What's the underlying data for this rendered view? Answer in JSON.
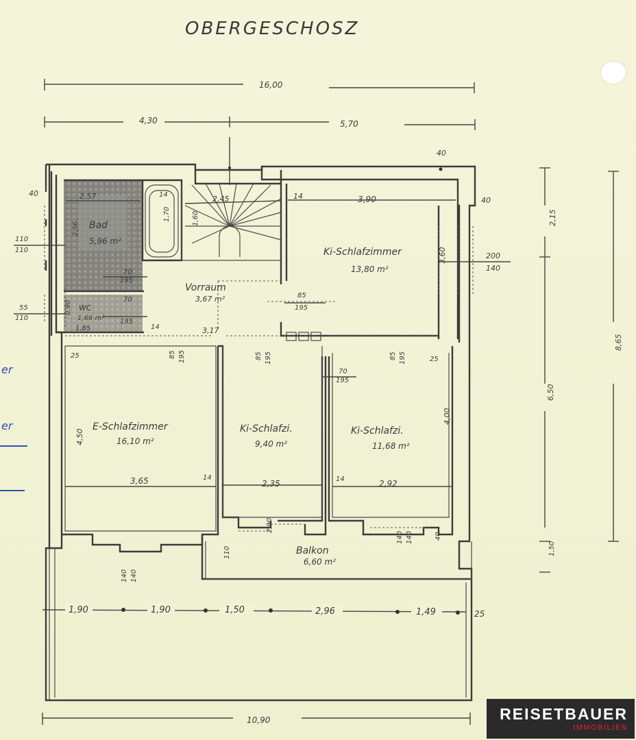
{
  "title": "OBERGESCHOSZ",
  "rooms": {
    "bad": {
      "name": "Bad",
      "area": "5,96 m²"
    },
    "wc": {
      "name": "WC",
      "area": "1,66 m²"
    },
    "vorraum": {
      "name": "Vorraum",
      "area": "3,67 m²"
    },
    "ki_schlafzimmer": {
      "name": "Ki-Schlafzimmer",
      "area": "13,80 m²"
    },
    "e_schlafzimmer": {
      "name": "E-Schlafzimmer",
      "area": "16,10 m²"
    },
    "ki_schlafzi_1": {
      "name": "Ki-Schlafzi.",
      "area": "9,40 m²"
    },
    "ki_schlafzi_2": {
      "name": "Ki-Schlafzi.",
      "area": "11,68 m²"
    },
    "balkon": {
      "name": "Balkon",
      "area": "6,60 m²"
    }
  },
  "dims": {
    "top_total": "16,00",
    "top_left": "4,30",
    "top_right": "5,70",
    "bottom_total": "10,90",
    "bottom_segments": [
      "1,90",
      "1,90",
      "1,50",
      "2,96",
      "1,49",
      "25"
    ],
    "right_total": "8,65",
    "right_upper": "2,15",
    "right_mid": "6,50",
    "right_low": "1,50",
    "bad_w": "2,57",
    "bad_h": "2,56",
    "wc_w": "1,85",
    "wc_h": "0,90",
    "stair_w": "2,45",
    "stair_h": "1,60",
    "tub_14": "14",
    "tub_h": "1,70",
    "ki_w": "3,90",
    "ki_h": "3,60",
    "vorraum_w": "3,17",
    "e_w": "3,65",
    "e_h": "4,50",
    "k1_w": "2,35",
    "k2_w": "2,92",
    "k2_h": "4,00",
    "w40": "40",
    "w14": "14",
    "w25": "25",
    "w110": "110",
    "w55": "55",
    "w70": "70",
    "w195": "195",
    "w85": "85",
    "w200": "200",
    "w140": "140",
    "w290": "2,90"
  },
  "logo": {
    "name": "REISETBAUER",
    "sub": "IMMOBILIEN"
  },
  "margin_marks": [
    "er",
    "er"
  ]
}
